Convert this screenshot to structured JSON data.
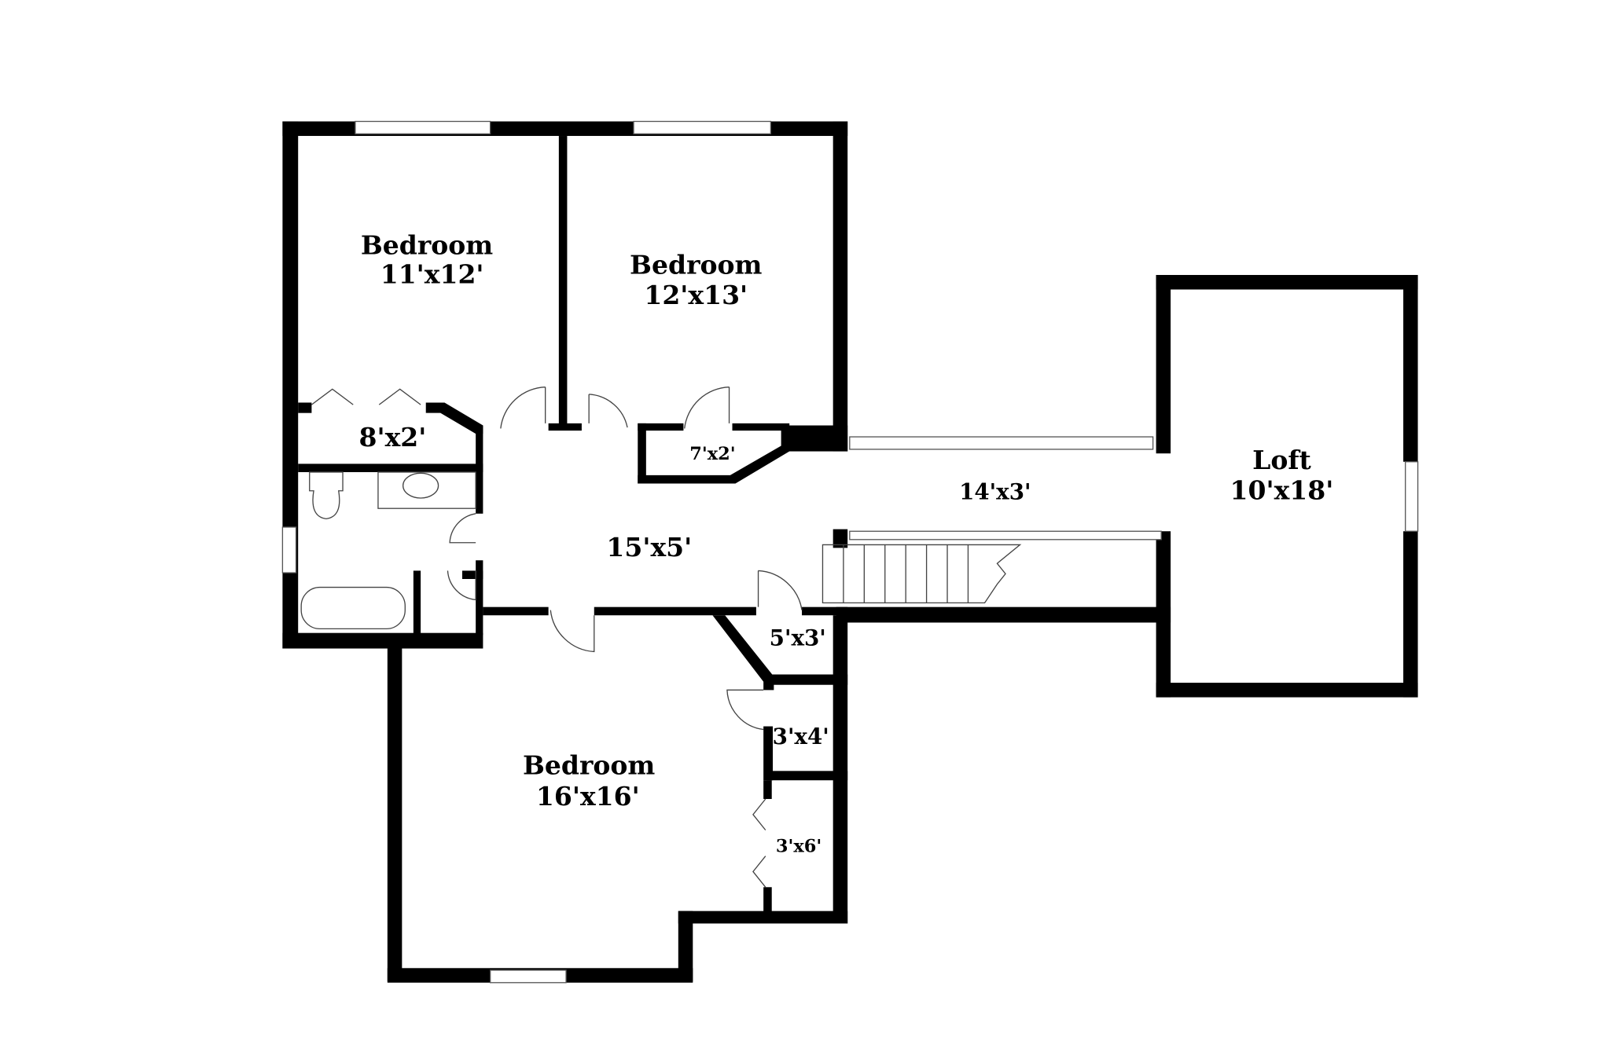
{
  "rooms": {
    "bedroom1": {
      "name": "Bedroom",
      "size": "11'x12'"
    },
    "bedroom2": {
      "name": "Bedroom",
      "size": "12'x13'"
    },
    "bedroom3": {
      "name": "Bedroom",
      "size": "16'x16'"
    },
    "loft": {
      "name": "Loft",
      "size": "10'x18'"
    },
    "closet1": {
      "size": "8'x2'"
    },
    "closet2": {
      "size": "7'x2'"
    },
    "hall": {
      "size": "15'x5'"
    },
    "corridor": {
      "size": "14'x3'"
    },
    "closet3": {
      "size": "5'x3'"
    },
    "closet4": {
      "size": "3'x4'"
    },
    "closet5": {
      "size": "3'x6'"
    }
  }
}
